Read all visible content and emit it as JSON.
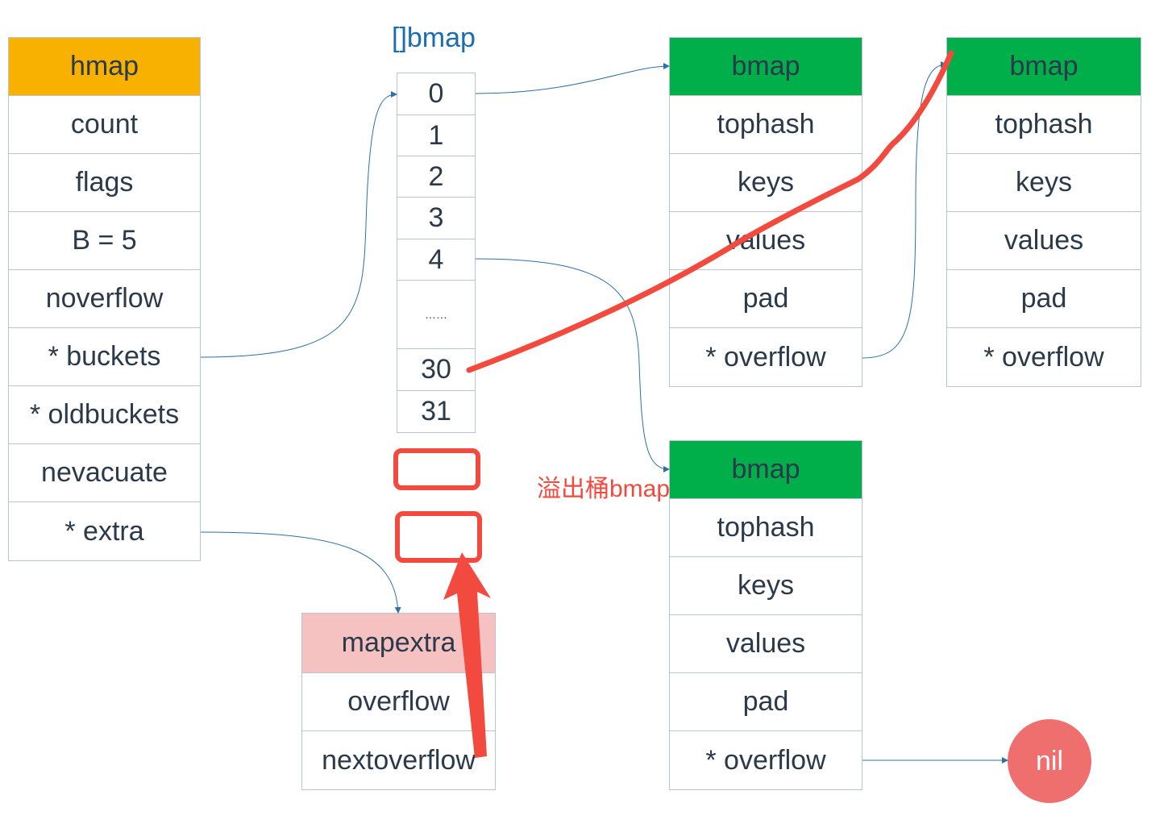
{
  "hmap": {
    "header": "hmap",
    "fields": [
      "count",
      "flags",
      "B = 5",
      "noverflow",
      "* buckets",
      "* oldbuckets",
      "nevacuate",
      "* extra"
    ]
  },
  "bucket_array": {
    "title": "[]bmap",
    "slots": [
      "0",
      "1",
      "2",
      "3",
      "4",
      "……",
      "30",
      "31"
    ]
  },
  "bmap_top_left": {
    "header": "bmap",
    "fields": [
      "tophash",
      "keys",
      "values",
      "pad",
      "* overflow"
    ]
  },
  "bmap_top_right": {
    "header": "bmap",
    "fields": [
      "tophash",
      "keys",
      "values",
      "pad",
      "* overflow"
    ]
  },
  "bmap_bottom": {
    "header": "bmap",
    "fields": [
      "tophash",
      "keys",
      "values",
      "pad",
      "* overflow"
    ]
  },
  "mapextra": {
    "header": "mapextra",
    "fields": [
      "overflow",
      "nextoverflow"
    ]
  },
  "overflow_label": "溢出桶bmap",
  "nil_label": "nil",
  "colors": {
    "hmap_header": "#f8b100",
    "bmap_header": "#00af4a",
    "mapextra_header": "#f5c1c1",
    "annotation_red": "#f24a3e",
    "nil_fill": "#ef6f6f",
    "connector": "#2f6fa5"
  }
}
